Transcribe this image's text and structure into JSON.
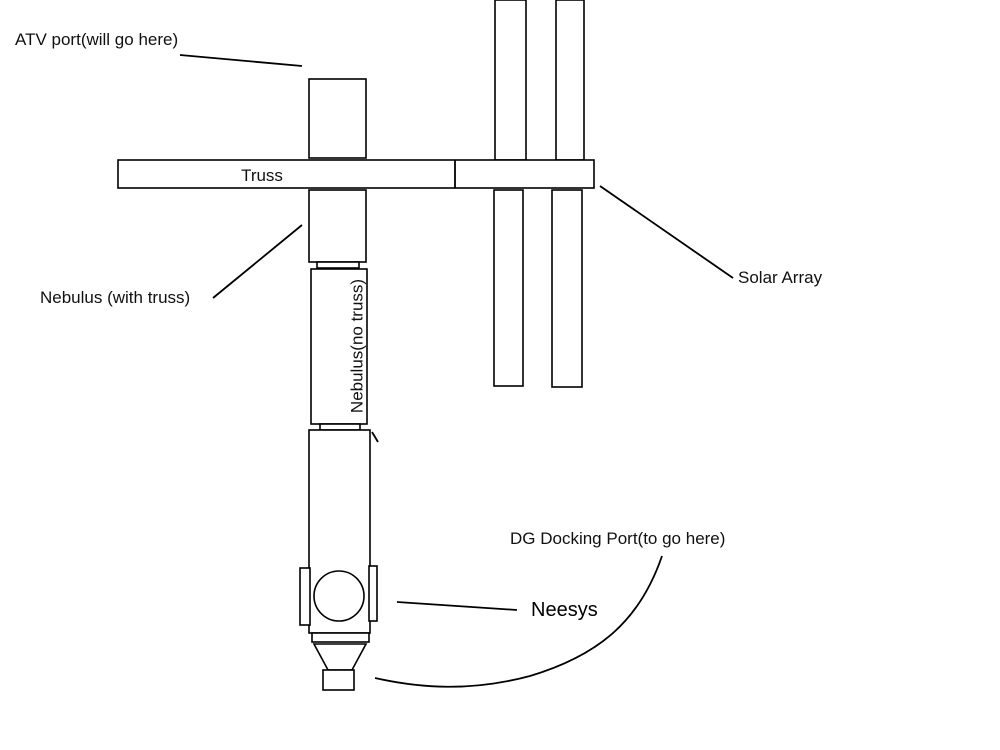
{
  "labels": {
    "atv_port": "ATV port(will go here)",
    "truss": "Truss",
    "solar_array": "Solar Array",
    "nebulus_with_truss": "Nebulus (with truss)",
    "nebulus_no_truss": "Nebulus(no truss)",
    "dg_docking_port": "DG Docking Port(to go here)",
    "neesys": "Neesys"
  }
}
